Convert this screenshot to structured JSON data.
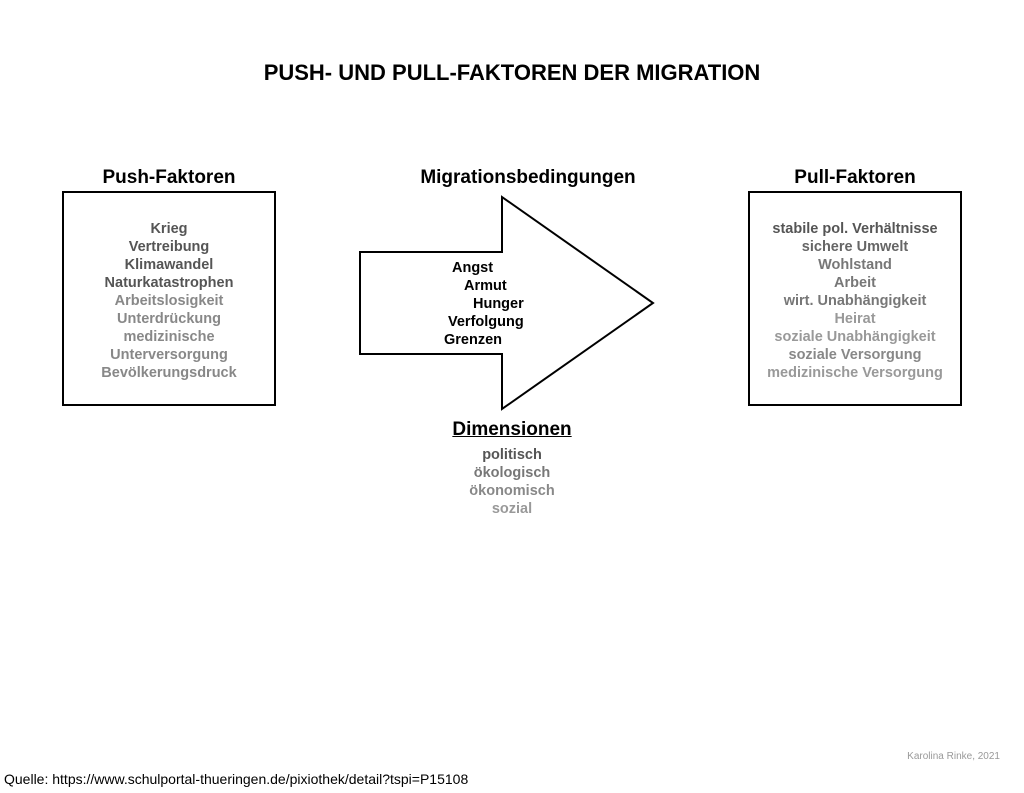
{
  "title": "PUSH- UND PULL-FAKTOREN DER MIGRATION",
  "push": {
    "heading": "Push-Faktoren",
    "items": [
      {
        "text": "Krieg",
        "color": "#555555"
      },
      {
        "text": "Vertreibung",
        "color": "#555555"
      },
      {
        "text": "Klimawandel",
        "color": "#555555"
      },
      {
        "text": "Naturkatastrophen",
        "color": "#555555"
      },
      {
        "text": "Arbeitslosigkeit",
        "color": "#888888"
      },
      {
        "text": "Unterdrückung",
        "color": "#888888"
      },
      {
        "text": "medizinische",
        "color": "#888888"
      },
      {
        "text": "Unterversorgung",
        "color": "#888888"
      },
      {
        "text": "Bevölkerungsdruck",
        "color": "#888888"
      }
    ]
  },
  "migration": {
    "heading": "Migrationsbedingungen",
    "items": [
      "Angst",
      "Armut",
      "Hunger",
      "Verfolgung",
      "Grenzen"
    ]
  },
  "pull": {
    "heading": "Pull-Faktoren",
    "items": [
      {
        "text": "stabile pol. Verhältnisse",
        "color": "#555555"
      },
      {
        "text": "sichere Umwelt",
        "color": "#666666"
      },
      {
        "text": "Wohlstand",
        "color": "#777777"
      },
      {
        "text": "Arbeit",
        "color": "#777777"
      },
      {
        "text": "wirt. Unabhängigkeit",
        "color": "#777777"
      },
      {
        "text": "Heirat",
        "color": "#999999"
      },
      {
        "text": "soziale Unabhängigkeit",
        "color": "#999999"
      },
      {
        "text": "soziale Versorgung",
        "color": "#888888"
      },
      {
        "text": "medizinische Versorgung",
        "color": "#999999"
      }
    ]
  },
  "dimensions": {
    "heading": "Dimensionen",
    "items": [
      {
        "text": "politisch",
        "color": "#555555"
      },
      {
        "text": "ökologisch",
        "color": "#777777"
      },
      {
        "text": "ökonomisch",
        "color": "#888888"
      },
      {
        "text": "sozial",
        "color": "#999999"
      }
    ]
  },
  "credit": "Karolina Rinke, 2021",
  "source": "Quelle: https://www.schulportal-thueringen.de/pixiothek/detail?tspi=P15108"
}
